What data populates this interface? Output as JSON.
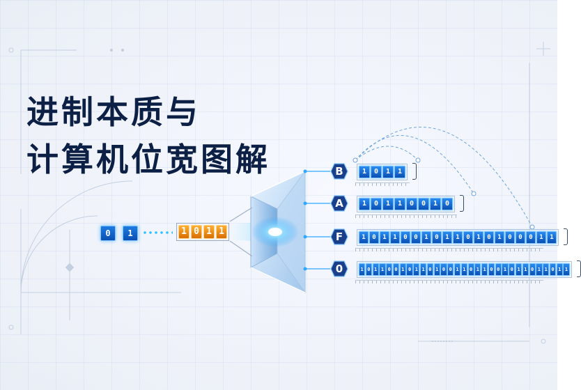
{
  "title": {
    "line1": "进制本质与",
    "line2": "计算机位宽图解"
  },
  "input_bits": [
    "0",
    "1"
  ],
  "nibble": [
    "1",
    "0",
    "1",
    "1"
  ],
  "outputs": [
    {
      "label": "B",
      "bits": "1011"
    },
    {
      "label": "A",
      "bits": "10110010"
    },
    {
      "label": "F",
      "bits": "1011001011010100011"
    },
    {
      "label": "0",
      "bits": "1011001011010011011001011011011"
    }
  ],
  "colors": {
    "title": "#0c1f44",
    "bit_blue": "#0b4fb3",
    "nibble_orange": "#e07a00",
    "accent_cyan": "#2fc0ff",
    "badge_navy": "#1a3f8a"
  },
  "icons": {
    "prism": "funnel-prism-icon",
    "badge": "hexagon-badge-icon"
  }
}
